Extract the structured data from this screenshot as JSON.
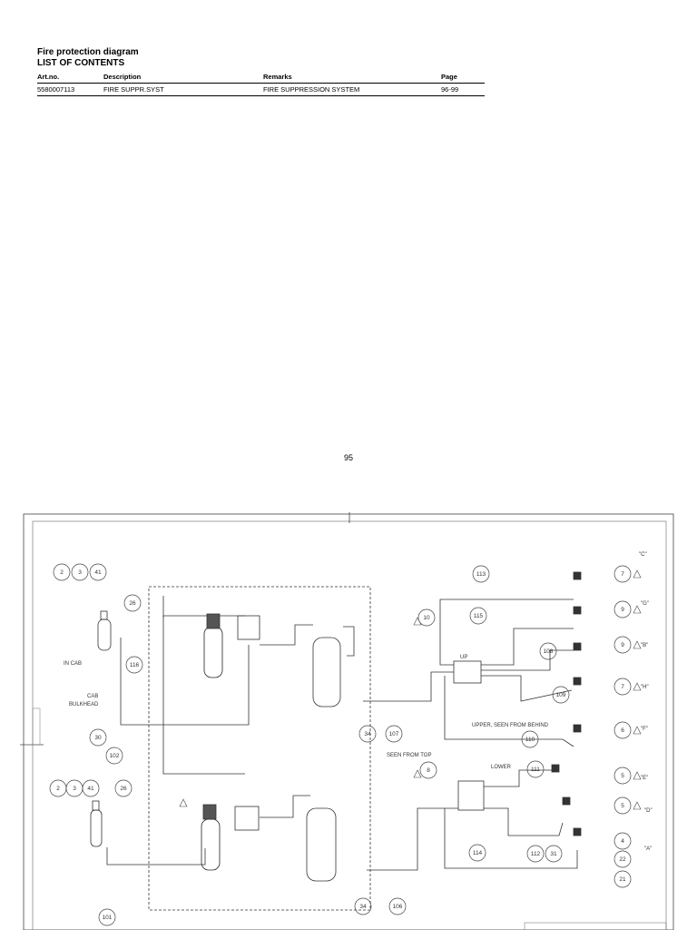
{
  "header": {
    "title": "Fire protection diagram",
    "subtitle": "LIST OF CONTENTS"
  },
  "table": {
    "columns": [
      "Art.no.",
      "Description",
      "Remarks",
      "Page"
    ],
    "rows": [
      [
        "5580007113",
        "FIRE SUPPR.SYST",
        "FIRE SUPPRESSION SYSTEM",
        "96-99"
      ]
    ]
  },
  "page_number": "95",
  "diagram": {
    "labels": {
      "in_cab": "IN CAB",
      "cab_bulkhead_1": "CAB",
      "cab_bulkhead_2": "BULKHEAD",
      "up": "UP",
      "upper_seen_from_behind": "UPPER, SEEN FROM BEHIND",
      "seen_from_top": "SEEN FROM TOP",
      "lower": "LOWER",
      "zone_c": "\"C\"",
      "zone_g": "\"G\"",
      "zone_b": "\"B\"",
      "zone_h": "\"H\"",
      "zone_f": "\"F\"",
      "zone_e": "\"E\"",
      "zone_d": "\"D\"",
      "zone_a": "\"A\""
    },
    "callouts": {
      "c2a": "2",
      "c3a": "3",
      "c41a": "41",
      "c26a": "26",
      "c116": "116",
      "c30": "30",
      "c102": "102",
      "c2b": "2",
      "c3b": "3",
      "c41b": "41",
      "c26b": "26",
      "c101": "101",
      "c34a": "34",
      "c107": "107",
      "c34b": "34",
      "c106": "106",
      "c10": "10",
      "c113": "113",
      "c115": "115",
      "c108": "108",
      "c109": "109",
      "c110": "110",
      "c8": "8",
      "c111": "111",
      "c114": "114",
      "c112": "112",
      "c31": "31",
      "c7a": "7",
      "c9a": "9",
      "c9b": "9",
      "c7b": "7",
      "c6": "6",
      "c5a": "5",
      "c5b": "5",
      "c4": "4",
      "c22": "22",
      "c21": "21"
    }
  }
}
